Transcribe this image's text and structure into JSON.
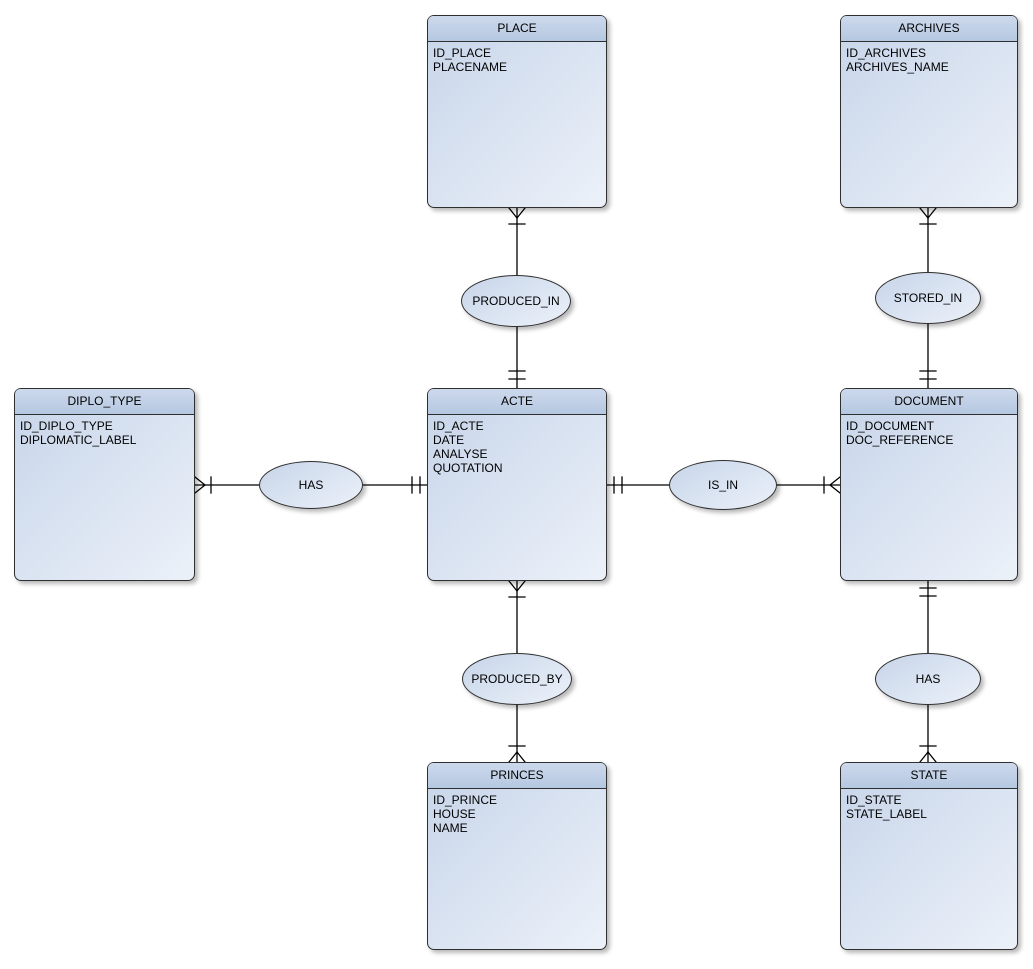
{
  "colors": {
    "canvas": "#ffffff",
    "entity_header": "#b5c8e1",
    "entity_body_dark": "#c7d5e9",
    "entity_body_light": "#ecf1f9",
    "shape_border": "#2f2f2f",
    "connector_line": "#000000"
  },
  "entities": {
    "place": {
      "name": "PLACE",
      "attributes": [
        "ID_PLACE",
        "PLACENAME"
      ]
    },
    "archives": {
      "name": "ARCHIVES",
      "attributes": [
        "ID_ARCHIVES",
        "ARCHIVES_NAME"
      ]
    },
    "diplo_type": {
      "name": "DIPLO_TYPE",
      "attributes": [
        "ID_DIPLO_TYPE",
        "DIPLOMATIC_LABEL"
      ]
    },
    "acte": {
      "name": "ACTE",
      "attributes": [
        "ID_ACTE",
        "DATE",
        "ANALYSE",
        "QUOTATION"
      ]
    },
    "document": {
      "name": "DOCUMENT",
      "attributes": [
        "ID_DOCUMENT",
        "DOC_REFERENCE"
      ]
    },
    "princes": {
      "name": "PRINCES",
      "attributes": [
        "ID_PRINCE",
        "HOUSE",
        "NAME"
      ]
    },
    "state": {
      "name": "STATE",
      "attributes": [
        "ID_STATE",
        "STATE_LABEL"
      ]
    }
  },
  "relationships": {
    "produced_in": {
      "label": "PRODUCED_IN",
      "between": [
        "PLACE",
        "ACTE"
      ],
      "place_end_marker": "crows-foot-with-bar",
      "acte_end_marker": "double-bar"
    },
    "stored_in": {
      "label": "STORED_IN",
      "between": [
        "ARCHIVES",
        "DOCUMENT"
      ],
      "archives_end_marker": "crows-foot-with-bar",
      "document_end_marker": "double-bar"
    },
    "has_diplo": {
      "label": "HAS",
      "between": [
        "DIPLO_TYPE",
        "ACTE"
      ],
      "diplo_type_end_marker": "crows-foot-with-bar",
      "acte_end_marker": "double-bar"
    },
    "is_in": {
      "label": "IS_IN",
      "between": [
        "ACTE",
        "DOCUMENT"
      ],
      "acte_end_marker": "double-bar",
      "document_end_marker": "crows-foot-with-bar"
    },
    "produced_by": {
      "label": "PRODUCED_BY",
      "between": [
        "ACTE",
        "PRINCES"
      ],
      "acte_end_marker": "crows-foot-with-bar",
      "princes_end_marker": "crows-foot-with-bar"
    },
    "has_state": {
      "label": "HAS",
      "between": [
        "DOCUMENT",
        "STATE"
      ],
      "document_end_marker": "double-bar",
      "state_end_marker": "crows-foot-with-bar"
    }
  }
}
